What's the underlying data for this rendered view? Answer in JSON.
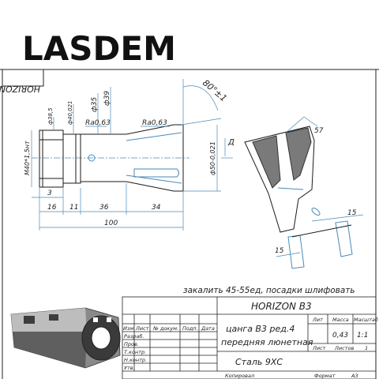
{
  "brand": {
    "logo_text": "LASDEM"
  },
  "drawing": {
    "stamp_mirrored": "HORIZON",
    "note": "закалить 45-55ед, посадки шлифовать",
    "dims": {
      "d1": "ф38,5",
      "d2": "ф40,021",
      "d3": "ф35",
      "d4": "ф39",
      "ra1": "Ra0,63",
      "ra2": "Ra0,63",
      "angle": "80°±1",
      "datum": "Д",
      "d5": "ф50-0,021",
      "thread": "M40*1,5нт",
      "len3": "3",
      "len16": "16",
      "len11": "11",
      "len36": "36",
      "len34": "34",
      "len100": "100",
      "sec57": "57",
      "sec15a": "15",
      "sec15b": "15"
    }
  },
  "title_block": {
    "hdr_izm": "Изм",
    "hdr_list": "Лист",
    "hdr_doc": "№ докум.",
    "hdr_podp": "Подп.",
    "hdr_data": "Дата",
    "row_razrab": "Разраб.",
    "row_prov": "Пров.",
    "row_tkontr": "Т.контр.",
    "row_nkontr": "Н.контр.",
    "row_utv": "Утв.",
    "designation": "HORIZON B3",
    "name_line1": "цанга B3 ред.4",
    "name_line2": "передняя люнетная",
    "material": "Сталь 9ХС",
    "lit_label": "Лит",
    "mass_label": "Масса",
    "scale_label": "Масштаб",
    "mass_value": "0,43",
    "scale_value": "1:1",
    "sheet_label": "Лист",
    "sheets_label": "Листов",
    "sheets_value": "1",
    "copied": "Копировал",
    "format": "Формат",
    "format_value": "A3"
  }
}
